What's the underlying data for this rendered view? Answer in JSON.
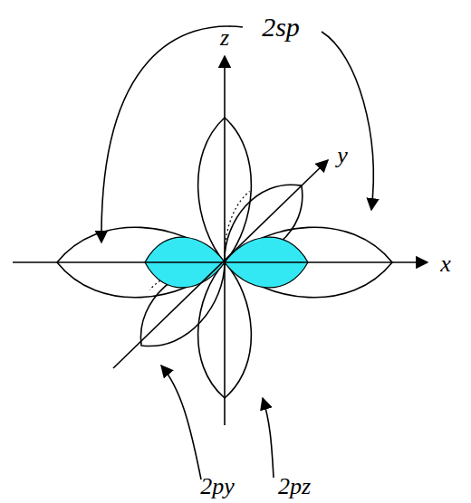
{
  "diagram": {
    "labels": [
      "2sp",
      "z",
      "y",
      "x",
      "2py",
      "2pz"
    ]
  }
}
